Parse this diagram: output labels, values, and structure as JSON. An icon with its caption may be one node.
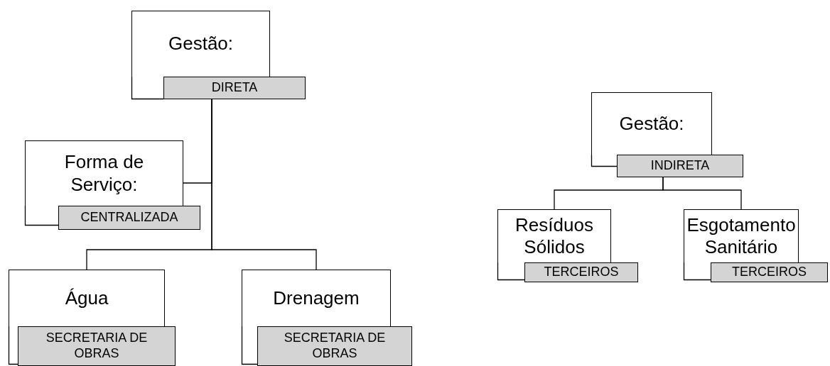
{
  "diagram": {
    "nodes": [
      {
        "text": [
          "Gestão:"
        ]
      },
      {
        "text": [
          "DIRETA"
        ]
      },
      {
        "text": [
          "Forma de Serviço:"
        ]
      },
      {
        "text": [
          "CENTRALIZADA"
        ]
      },
      {
        "text": [
          "Água"
        ]
      },
      {
        "text": [
          "SECRETARIA DE OBRAS"
        ]
      },
      {
        "text": [
          "Drenagem"
        ]
      },
      {
        "text": [
          "SECRETARIA DE OBRAS"
        ]
      },
      {
        "text": [
          "Gestão:"
        ]
      },
      {
        "text": [
          "INDIRETA"
        ]
      },
      {
        "text": [
          "Resíduos Sólidos"
        ]
      },
      {
        "text": [
          "TERCEIROS"
        ]
      },
      {
        "text": [
          "Esgotamento Sanitário"
        ]
      },
      {
        "text": [
          "TERCEIROS"
        ]
      }
    ],
    "edges": [
      {
        "from": 1,
        "to": 2,
        "arrow": "none"
      },
      {
        "from": 1,
        "to": 4,
        "arrow": "none"
      },
      {
        "from": 1,
        "to": 6,
        "arrow": "none"
      },
      {
        "from": 9,
        "to": 10,
        "arrow": "none"
      },
      {
        "from": 9,
        "to": 12,
        "arrow": "none"
      }
    ]
  }
}
